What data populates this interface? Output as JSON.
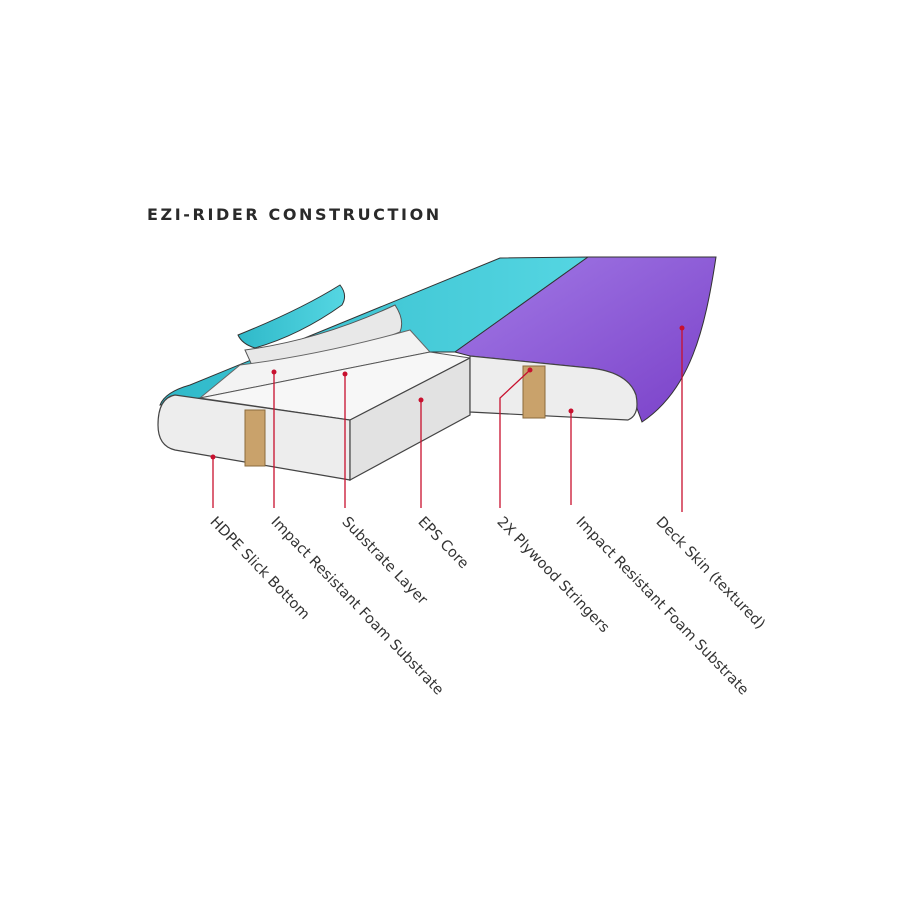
{
  "title": "EZI-RIDER CONSTRUCTION",
  "colors": {
    "deck_cyan": "#3cc8d6",
    "deck_purple": "#8a55d6",
    "leader": "#c8102e",
    "core": "#f1f1f1",
    "wood": "#c9a26b"
  },
  "labels": [
    "HDPE Slick Bottom",
    "Impact Resistant Foam Substrate",
    "Substrate Layer",
    "EPS Core",
    "2X Plywood Stringers",
    "Impact Resistant Foam Substrate",
    "Deck Skin (textured)"
  ]
}
